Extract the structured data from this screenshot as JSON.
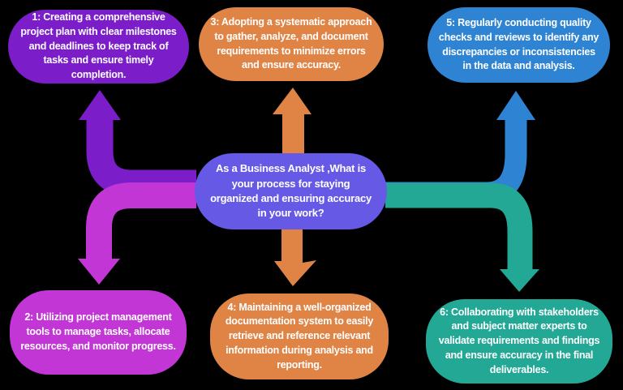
{
  "canvas": {
    "background": "#000000",
    "text_color": "#ffffff"
  },
  "center_node": {
    "label": "As a Business Analyst ,What is your process for staying organized and ensuring accuracy in your work?",
    "color": "#6659E6"
  },
  "nodes": [
    {
      "id": "1",
      "position": "top-left",
      "color": "#7B1DC9",
      "label": "1: Creating a comprehensive project plan with clear milestones and deadlines to keep track of tasks and ensure timely completion."
    },
    {
      "id": "2",
      "position": "bottom-left",
      "color": "#C136D4",
      "label": "2:  Utilizing project management tools to manage tasks, allocate resources, and monitor progress."
    },
    {
      "id": "3",
      "position": "top-center",
      "color": "#E08446",
      "label": "3: Adopting a systematic approach to gather, analyze, and document requirements to minimize errors and ensure accuracy."
    },
    {
      "id": "4",
      "position": "bottom-center",
      "color": "#E08446",
      "label": "4: Maintaining a well-organized documentation system to easily retrieve and reference relevant information during analysis and reporting."
    },
    {
      "id": "5",
      "position": "top-right",
      "color": "#2E84D3",
      "label": "5: Regularly conducting quality checks and reviews to identify any discrepancies or inconsistencies in the data and analysis."
    },
    {
      "id": "6",
      "position": "bottom-right",
      "color": "#22A894",
      "label": "6: Collaborating with stakeholders and subject matter experts to validate requirements and findings and ensure accuracy in the final deliverables."
    }
  ],
  "arrows": {
    "to1": {
      "direction": "up-left",
      "color": "#7B1DC9"
    },
    "to2": {
      "direction": "down-left",
      "color": "#C136D4"
    },
    "to3": {
      "direction": "up",
      "color": "#E08446"
    },
    "to4": {
      "direction": "down",
      "color": "#E08446"
    },
    "to5": {
      "direction": "up-right",
      "color": "#2E84D3"
    },
    "to6": {
      "direction": "down-right",
      "color": "#22A894"
    }
  }
}
